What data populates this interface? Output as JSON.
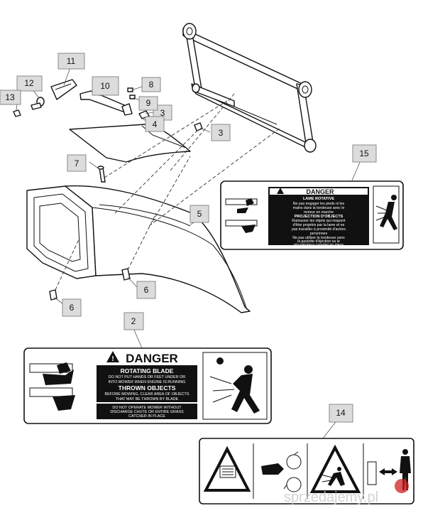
{
  "callouts": {
    "c1": "3",
    "c2": "3",
    "c3": "4",
    "c4": "5",
    "c5": "6",
    "c6": "6",
    "c7": "7",
    "c8": "8",
    "c9": "9",
    "c10": "10",
    "c11": "11",
    "c12": "12",
    "c13": "13",
    "c14": "14",
    "c15": "15",
    "c16": "2"
  },
  "label_fr": {
    "header": "DANGER",
    "sub1": "LAME ROTATIVE",
    "lines1": [
      "Ne pas engager les pieds ni les",
      "mains dans la tondeuse avec le",
      "moteur en marche"
    ],
    "sub2": "PROJECTION D'OBJECTS",
    "lines2": [
      "Ramasser les objets qui risquent",
      "d'être projetés par la lame et ne",
      "pas travailler à proximité d'autres",
      "personnes"
    ],
    "lines3": [
      "Ne pas utiliser la tondeuse sans",
      "la goulotte d'éjection ou le",
      "récupérateur complet en place"
    ]
  },
  "label_en": {
    "header": "DANGER",
    "sub1": "ROTATING BLADE",
    "lines1": [
      "DO NOT PUT HANDS OR FEET UNDER OR",
      "INTO MOWER WHEN ENGINE IS RUNNING"
    ],
    "sub2": "THROWN OBJECTS",
    "lines2": [
      "BEFORE MOWING, CLEAR AREA OF OBJECTS",
      "THAT MAY BE THROWN BY BLADE"
    ],
    "lines3": [
      "DO NOT OPERATE MOWER WITHOUT",
      "DISCHARGE CHUTE OR ENTIRE GRASS",
      "CATCHER IN PLACE"
    ]
  },
  "watermark": "sprzedajemy.pl",
  "icons": [
    "warning-triangle-icon",
    "hand-blade-icon",
    "rotating-arrows-icon",
    "thrown-objects-icon",
    "safe-distance-icon"
  ]
}
